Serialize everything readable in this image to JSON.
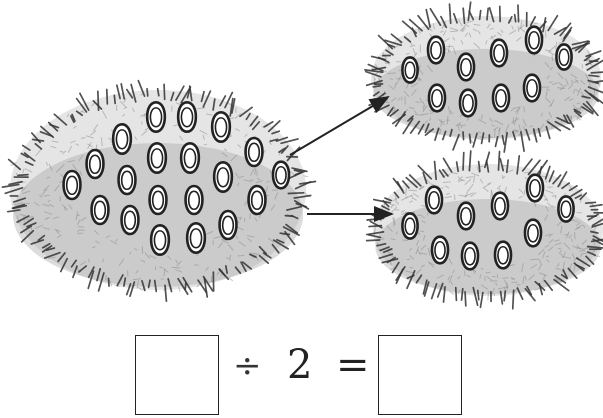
{
  "diagram": {
    "source_nest": {
      "egg_count": 20
    },
    "target_nests": [
      {
        "egg_count": 10
      },
      {
        "egg_count": 10
      }
    ],
    "arrows": 2,
    "colors": {
      "ink": "#222222",
      "shading": "#9a9a9a",
      "paper": "#ffffff"
    }
  },
  "equation": {
    "left_box": "",
    "operator": "÷",
    "divisor": "2",
    "equals": "=",
    "right_box": ""
  }
}
